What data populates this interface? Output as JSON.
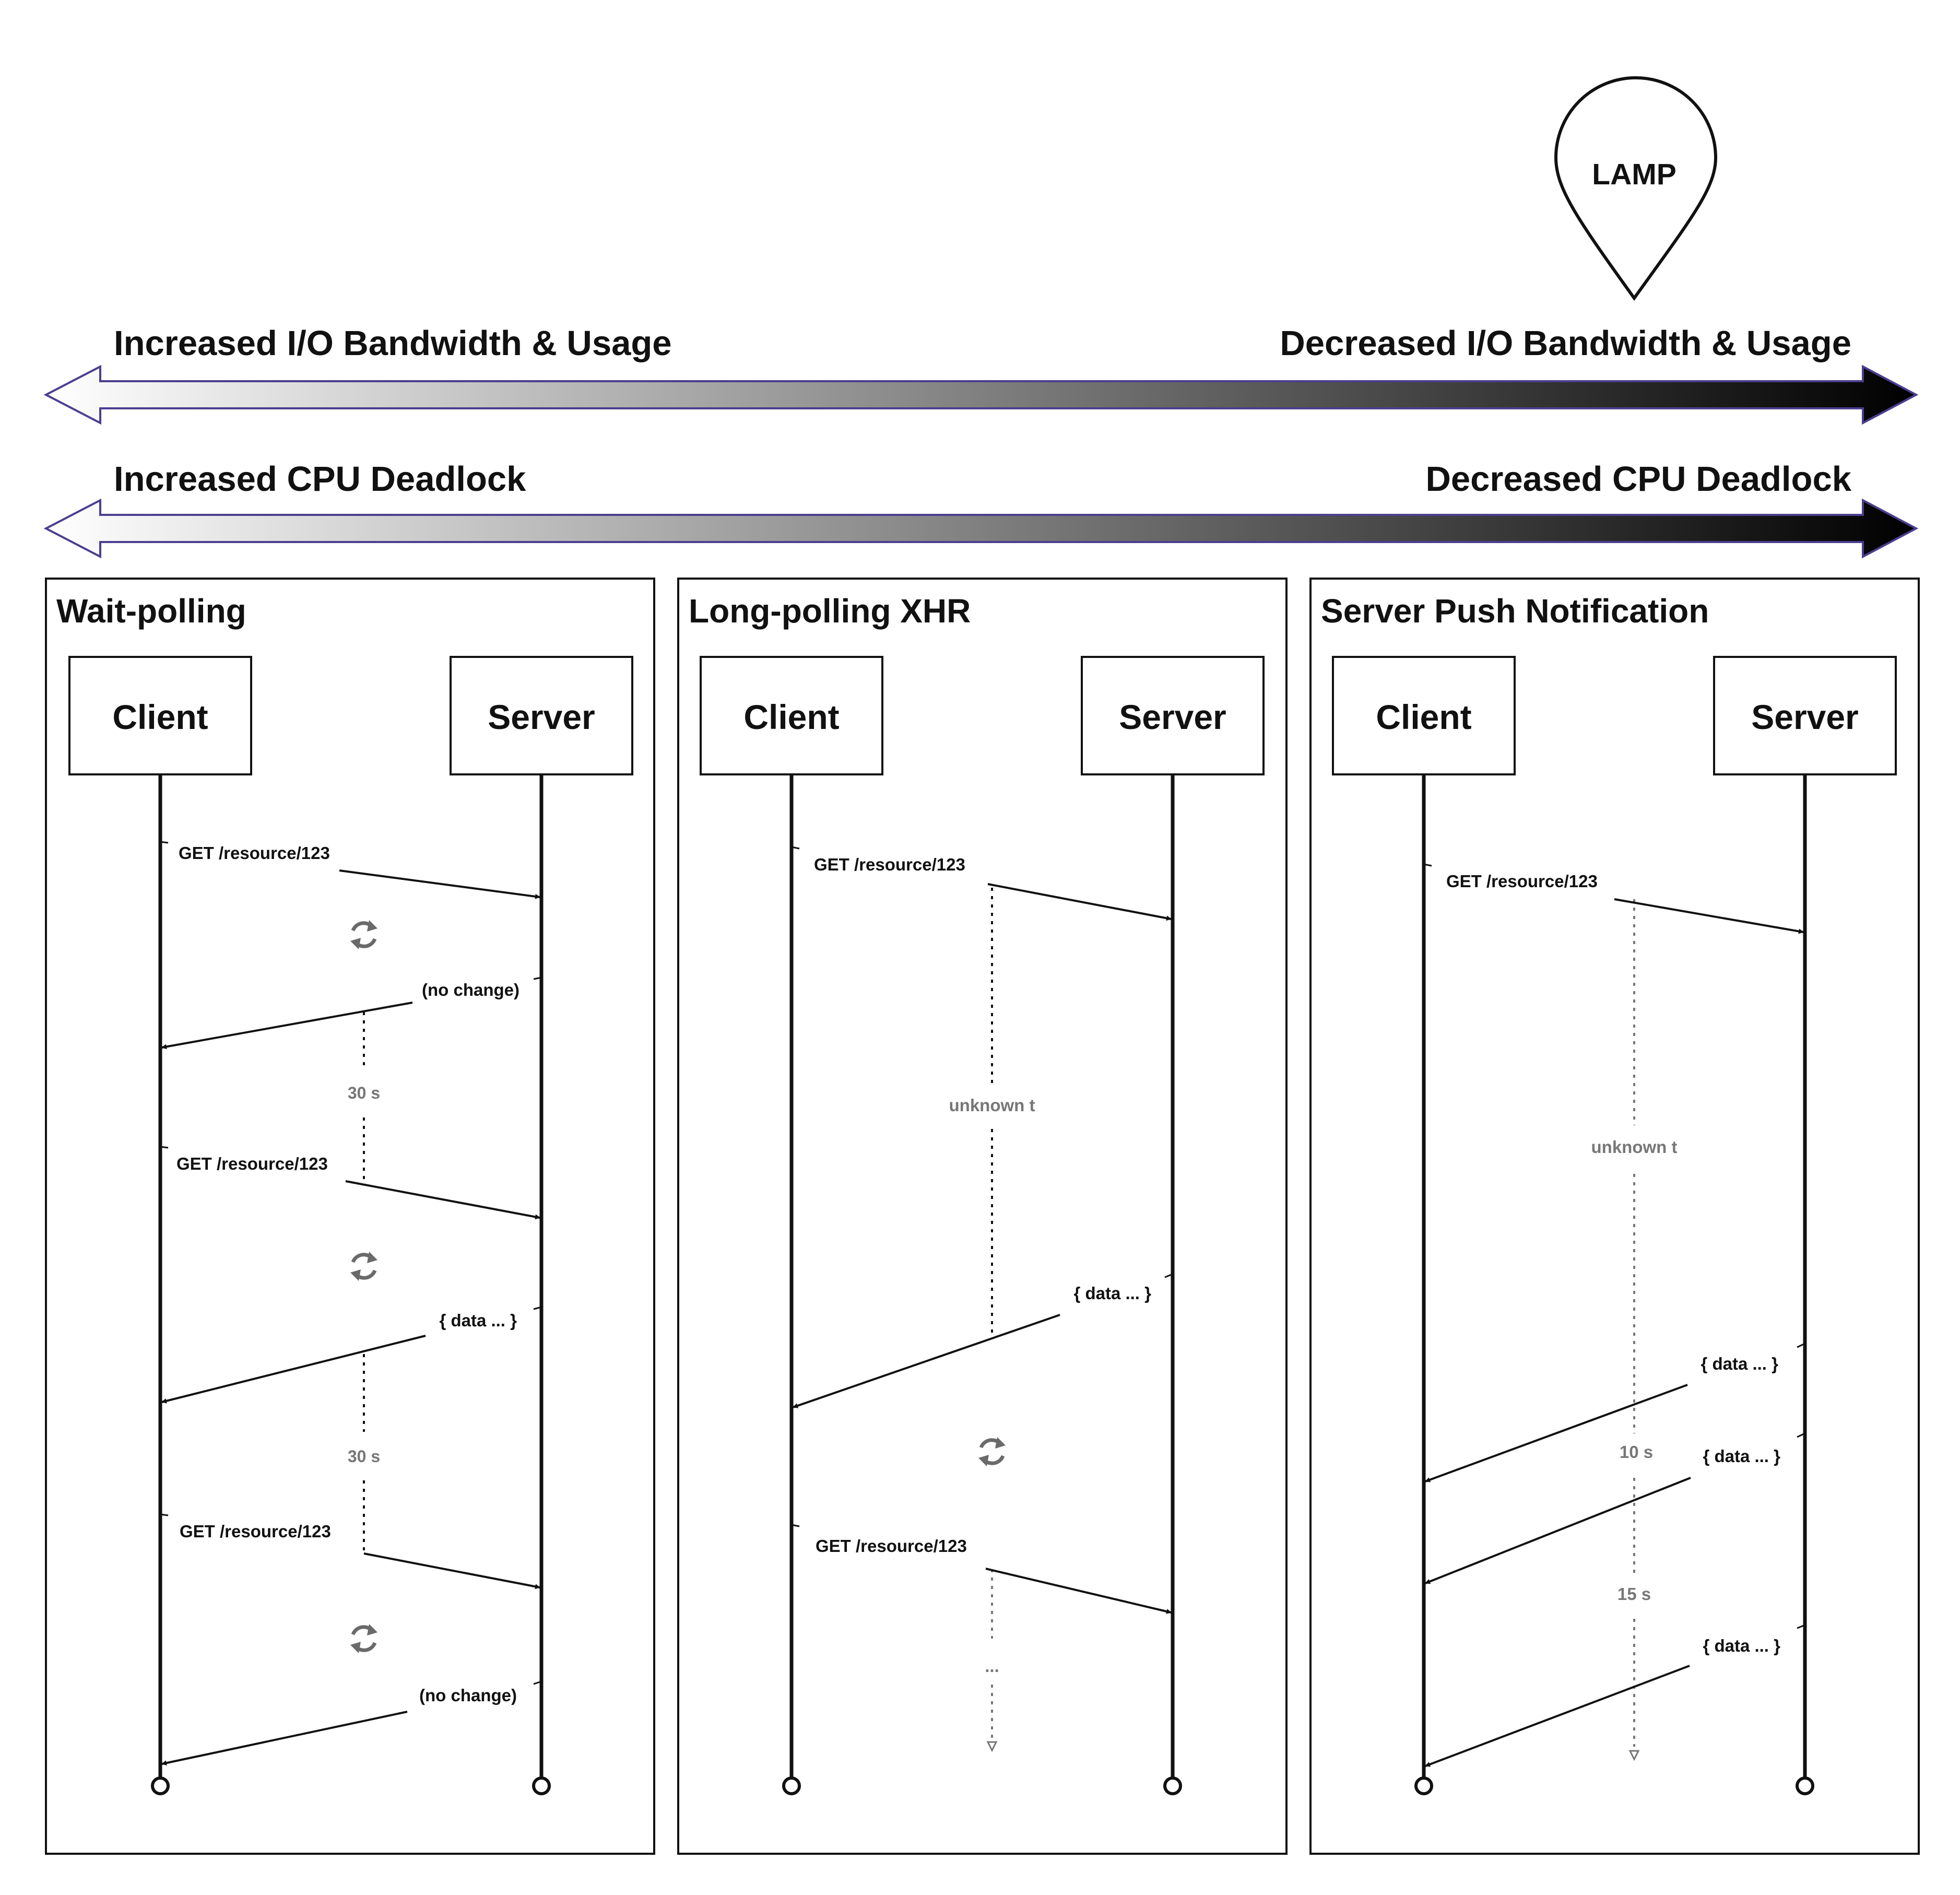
{
  "pin": {
    "label": "LAMP"
  },
  "scales": [
    {
      "left_label": "Increased I/O Bandwidth & Usage",
      "right_label": "Decreased I/O Bandwidth & Usage"
    },
    {
      "left_label": "Increased CPU Deadlock",
      "right_label": "Decreased CPU Deadlock"
    }
  ],
  "panels": [
    {
      "title": "Wait-polling",
      "client_label": "Client",
      "server_label": "Server",
      "messages": [
        {
          "label": "GET /resource/123",
          "direction": "to-server"
        },
        {
          "label": "(no change)",
          "direction": "to-client"
        },
        {
          "label": "GET /resource/123",
          "direction": "to-server"
        },
        {
          "label": "{ data ... }",
          "direction": "to-client"
        },
        {
          "label": "GET /resource/123",
          "direction": "to-server"
        },
        {
          "label": "(no change)",
          "direction": "to-client"
        }
      ],
      "intervals": [
        "30 s",
        "30 s"
      ],
      "refresh_icons": 3
    },
    {
      "title": "Long-polling XHR",
      "client_label": "Client",
      "server_label": "Server",
      "messages": [
        {
          "label": "GET /resource/123",
          "direction": "to-server"
        },
        {
          "label": "{ data ... }",
          "direction": "to-client"
        },
        {
          "label": "GET /resource/123",
          "direction": "to-server"
        }
      ],
      "intervals": [
        "unknown t",
        "..."
      ],
      "refresh_icons": 1
    },
    {
      "title": "Server Push Notification",
      "client_label": "Client",
      "server_label": "Server",
      "messages": [
        {
          "label": "GET /resource/123",
          "direction": "to-server"
        },
        {
          "label": "{ data ... }",
          "direction": "to-client"
        },
        {
          "label": "{ data ... }",
          "direction": "to-client"
        },
        {
          "label": "{ data ... }",
          "direction": "to-client"
        }
      ],
      "intervals": [
        "unknown t",
        "10 s",
        "15 s"
      ],
      "refresh_icons": 0
    }
  ],
  "colors": {
    "arrow_outline": "#4a3f8f",
    "ink": "#111111",
    "muted": "#777777"
  }
}
